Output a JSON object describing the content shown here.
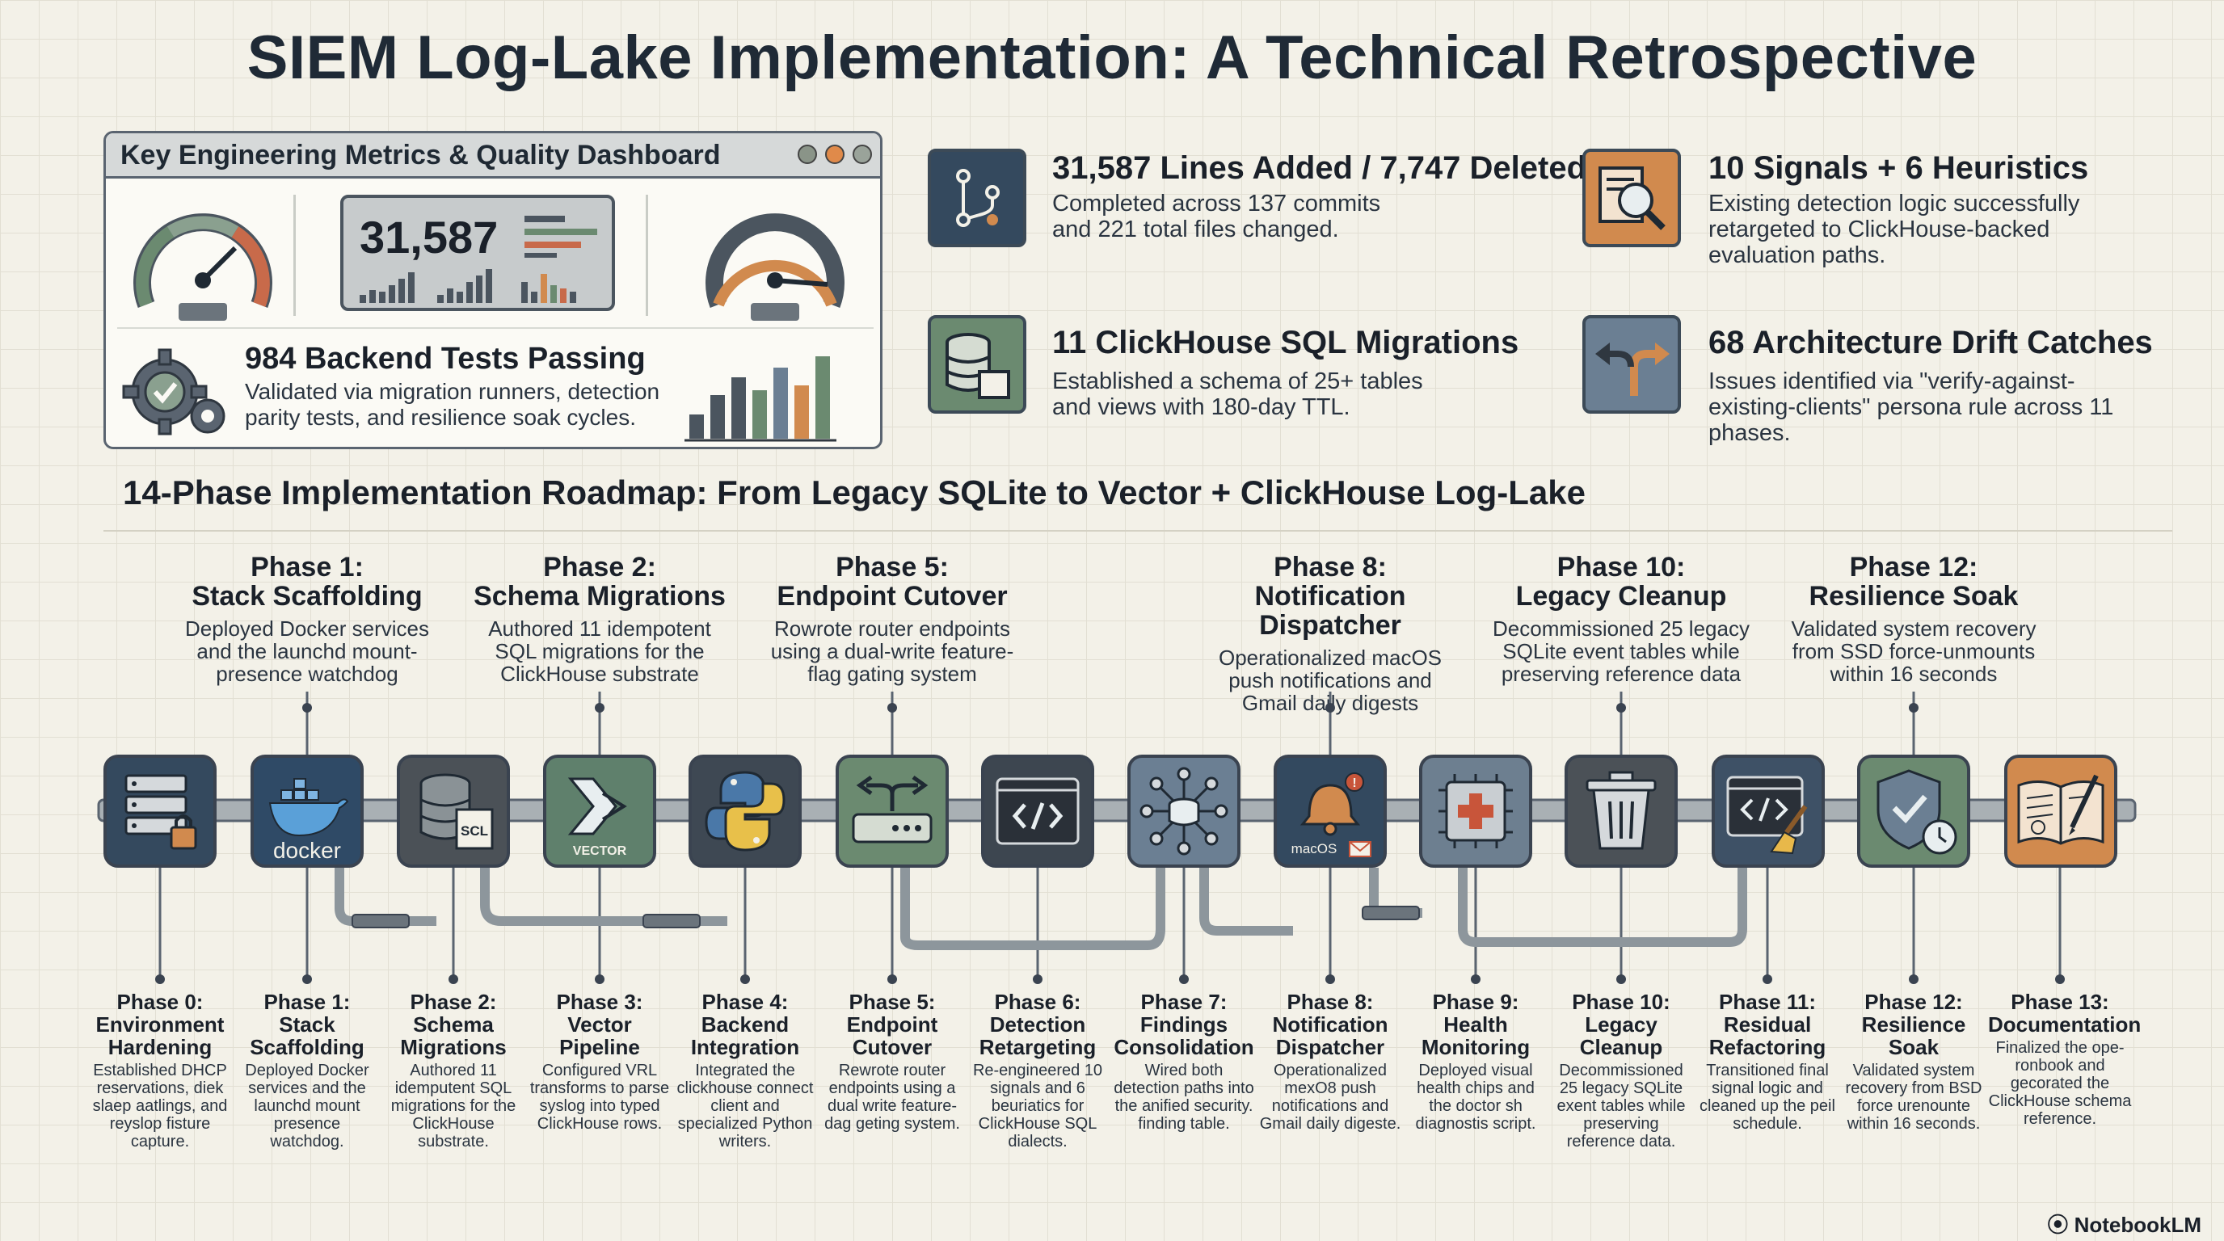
{
  "title": "SIEM Log-Lake Implementation: A Technical Retrospective",
  "dashboard": {
    "title": "Key Engineering Metrics & Quality Dashboard",
    "big_number": "31,587",
    "tests_title": "984 Backend Tests Passing",
    "tests_desc": "Validated via migration runners, detection parity tests, and resilience soak cycles."
  },
  "stats": [
    {
      "title": "31,587 Lines Added / 7,747 Deleted",
      "desc": "Completed across 137 commits and 221 total files changed.",
      "icon": "git-branch-icon"
    },
    {
      "title": "10 Signals + 6 Heuristics",
      "desc": "Existing detection logic successfully retargeted to ClickHouse-backed evaluation paths.",
      "icon": "magnifier-icon"
    },
    {
      "title": "11 ClickHouse SQL Migrations",
      "desc": "Established a schema of 25+ tables and views with 180-day TTL.",
      "icon": "database-icon"
    },
    {
      "title": "68 Architecture Drift Catches",
      "desc": "Issues identified via \"verify-against-existing-clients\" persona rule across 11 phases.",
      "icon": "fork-arrow-icon"
    }
  ],
  "roadmap_title": "14-Phase Implementation Roadmap: From Legacy SQLite to Vector + ClickHouse Log-Lake",
  "upper_phases": [
    {
      "head1": "Phase 1:",
      "head2": "Stack Scaffolding",
      "desc": "Deployed Docker services and the launchd mount-presence watchdog"
    },
    {
      "head1": "Phase 2:",
      "head2": "Schema Migrations",
      "desc": "Authored 11 idempotent SQL migrations for the ClickHouse substrate"
    },
    {
      "head1": "Phase 5:",
      "head2": "Endpoint Cutover",
      "desc": "Rowrote router endpoints using a dual-write feature-flag gating system"
    },
    {
      "head1": "Phase 8:",
      "head2": "Notification Dispatcher",
      "desc": "Operationalized macOS push notifications and Gmail daily digests"
    },
    {
      "head1": "Phase 10:",
      "head2": "Legacy Cleanup",
      "desc": "Decommissioned 25 legacy SQLite event tables while preserving reference data"
    },
    {
      "head1": "Phase 12:",
      "head2": "Resilience Soak",
      "desc": "Validated system recovery from SSD force-unmounts within 16 seconds"
    }
  ],
  "tile_labels": {
    "docker": "docker",
    "sql": "SCL",
    "vector": "VECTOR",
    "macos": "macOS"
  },
  "phases": [
    {
      "head": "Phase 0:\nEnvironment\nHardening",
      "desc": "Established DHCP reservations, diek slaep aatlings, and reyslop fisture capture.",
      "color": "#34495e"
    },
    {
      "head": "Phase 1:\nStack\nScaffolding",
      "desc": "Deployed Docker services and the launchd mount presence watchdog.",
      "color": "#2f4a66"
    },
    {
      "head": "Phase 2:\nSchema\nMigrations",
      "desc": "Authored 11 idempu­tent SQL migrations for the ClickHouse substrate.",
      "color": "#4b5157"
    },
    {
      "head": "Phase 3:\nVector\nPipeline",
      "desc": "Configured VRL transforms to parse syslog into typed ClickHouse rows.",
      "color": "#5f806c"
    },
    {
      "head": "Phase 4:\nBackend\nIntegration",
      "desc": "Integrated the clickhouse connect client and specialized Python writers.",
      "color": "#3e4853"
    },
    {
      "head": "Phase 5:\nEndpoint\nCutover",
      "desc": "Rewrote router endpoints using a dual write feature-dag geting system.",
      "color": "#6b8a70"
    },
    {
      "head": "Phase 6:\nDetection\nRetargeting",
      "desc": "Re-engineered 10 signals and 6 beuriatics for ClickHouse SQL dialects.",
      "color": "#3d4650"
    },
    {
      "head": "Phase 7:\nFindings\nConsolidation",
      "desc": "Wired both detection paths into the anified security. finding table.",
      "color": "#6b7f93"
    },
    {
      "head": "Phase 8:\nNotification\nDispatcher",
      "desc": "Operationalized mexO8 push notifications and Gmail daily digeste.",
      "color": "#33495f"
    },
    {
      "head": "Phase 9:\nHealth\nMonitoring",
      "desc": "Deployed visual health chips and the doctor sh diagnostis script.",
      "color": "#6d7f90"
    },
    {
      "head": "Phase 10:\nLegacy\nCleanup",
      "desc": "Decommissioned 25 legacy SQLite exent tables while preserving reference data.",
      "color": "#4b5157"
    },
    {
      "head": "Phase 11:\nResidual\nRefactoring",
      "desc": "Transitioned final signal logic and cleaned up the peil schedule.",
      "color": "#3e5166"
    },
    {
      "head": "Phase 12:\nResilience\nSoak",
      "desc": "Validated system recovery from BSD force urenounte within 16 seconds.",
      "color": "#6b8a70"
    },
    {
      "head": "Phase 13:\nDocumentation",
      "desc": "Finalized the ope-ronbook and gecorated the ClickHouse schema reference.",
      "color": "#d18a4e"
    }
  ],
  "brand": "NotebookLM"
}
